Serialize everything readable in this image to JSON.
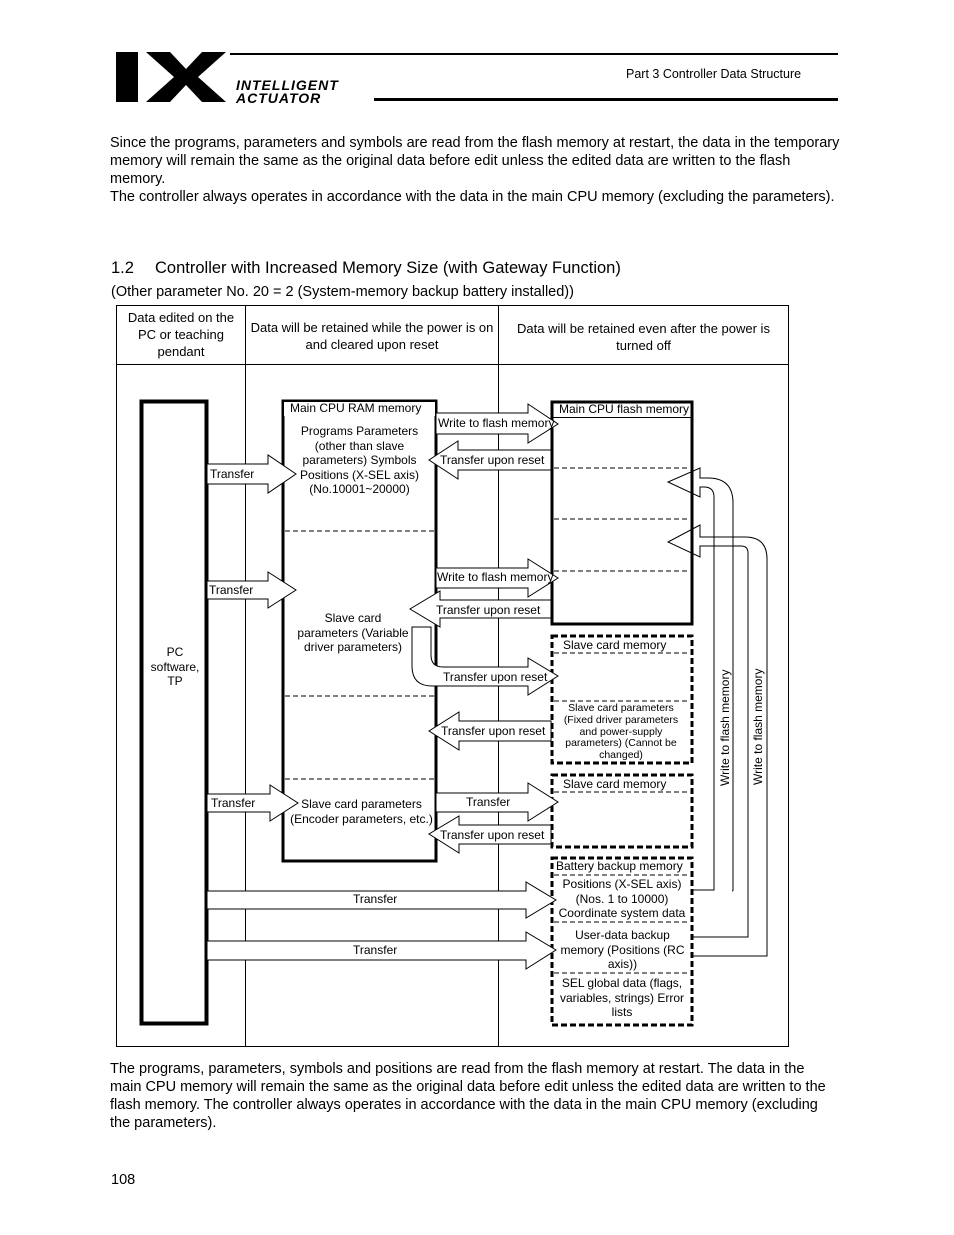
{
  "header": {
    "logo_mark": "IX",
    "logo_line1": "INTELLIGENT",
    "logo_line2": "ACTUATOR",
    "chapter": "Part 3 Controller Data Structure"
  },
  "intro": {
    "p1": "Since the programs, parameters and symbols are read from the flash memory at restart, the data in the temporary memory will remain the same as the original data before edit unless the edited data are written to the flash memory.",
    "p2": "The controller always operates in accordance with the data in the main CPU memory (excluding the parameters)."
  },
  "section": {
    "number": "1.2",
    "title": "Controller with Increased Memory Size (with Gateway Function)",
    "subtitle": "(Other parameter No. 20 = 2 (System-memory backup battery installed))"
  },
  "diagram": {
    "col1": "Data edited on the PC or teaching pendant",
    "col2": "Data will be retained while the power is on and cleared upon reset",
    "col3": "Data will be retained even after the power is turned off",
    "pc": "PC software, TP",
    "ram_title": "Main CPU RAM memory",
    "ram_content": "Programs Parameters (other than slave parameters) Symbols Positions (X-SEL axis) (No.10001~20000)",
    "ram_slave_var": "Slave card parameters (Variable driver parameters)",
    "ram_slave_enc": "Slave card parameters (Encoder parameters, etc.)",
    "flash_title": "Main CPU flash memory",
    "slave_mem_1": "Slave card memory",
    "slave_fixed": "Slave card parameters (Fixed driver parameters and power-supply parameters) (Cannot be changed)",
    "slave_mem_2": "Slave card memory",
    "battery_title": "Battery backup memory",
    "battery_positions": "Positions (X-SEL axis) (Nos. 1 to 10000) Coordinate system data",
    "user_backup": "User-data backup memory (Positions (RC axis))",
    "sel_global": "SEL global data (flags, variables, strings) Error lists",
    "transfer": "Transfer",
    "write_flash": "Write to flash memory",
    "transfer_reset": "Transfer upon reset"
  },
  "outro": {
    "p": "The programs, parameters, symbols and positions are read from the flash memory at restart. The data in the main CPU memory will remain the same as the original data before edit unless the edited data are written to the flash memory. The controller always operates in accordance with the data in the main CPU memory (excluding the parameters)."
  },
  "footer": {
    "page_number": "108"
  }
}
